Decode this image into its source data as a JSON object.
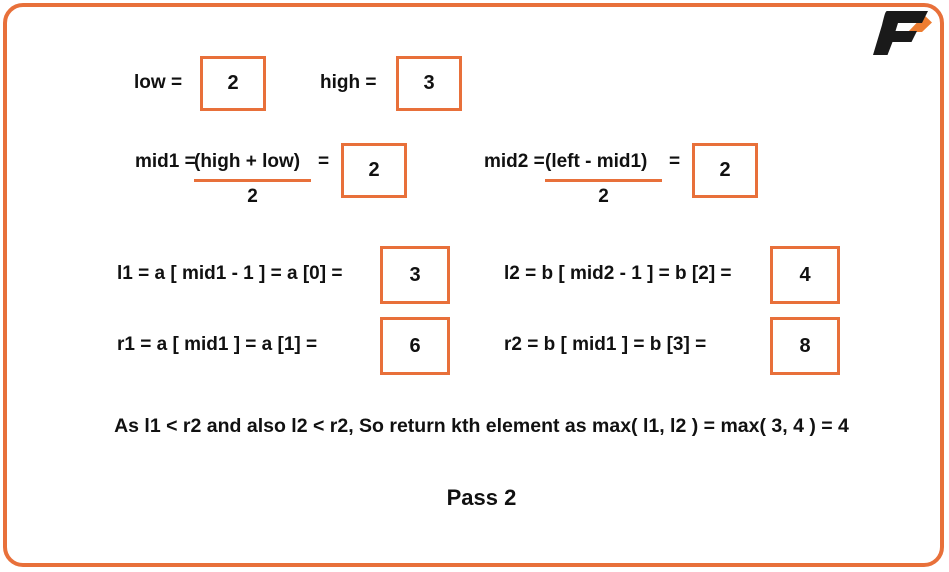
{
  "slide": {
    "logo_name": "f-chevron-logo",
    "border_color": "#e8703a",
    "box_border_color": "#e8703a",
    "text_color": "#111111",
    "background": "#ffffff"
  },
  "rows": {
    "low": {
      "label": "low =",
      "value": "2"
    },
    "high": {
      "label": "high =",
      "value": "3"
    },
    "mid1": {
      "lead": "mid1 =",
      "numerator": "(high + low)",
      "equals": "=",
      "denominator": "2",
      "value": "2"
    },
    "mid2": {
      "lead": "mid2 =",
      "numerator": "(left - mid1)",
      "equals": "=",
      "denominator": "2",
      "value": "2"
    },
    "l1": {
      "label": "l1 = a [ mid1 - 1 ] = a [0] =",
      "value": "3"
    },
    "l2": {
      "label": "l2 = b [ mid2 - 1 ] = b [2] =",
      "value": "4"
    },
    "r1": {
      "label": "r1 = a [ mid1 ] = a [1] =",
      "value": "6"
    },
    "r2": {
      "label": "r2 = b [ mid1 ] = b [3] =",
      "value": "8"
    }
  },
  "conclusion": "As l1 < r2 and also l2 < r2, So return kth element as max( l1, l2 ) = max( 3, 4 ) = 4",
  "pass_label": "Pass 2"
}
